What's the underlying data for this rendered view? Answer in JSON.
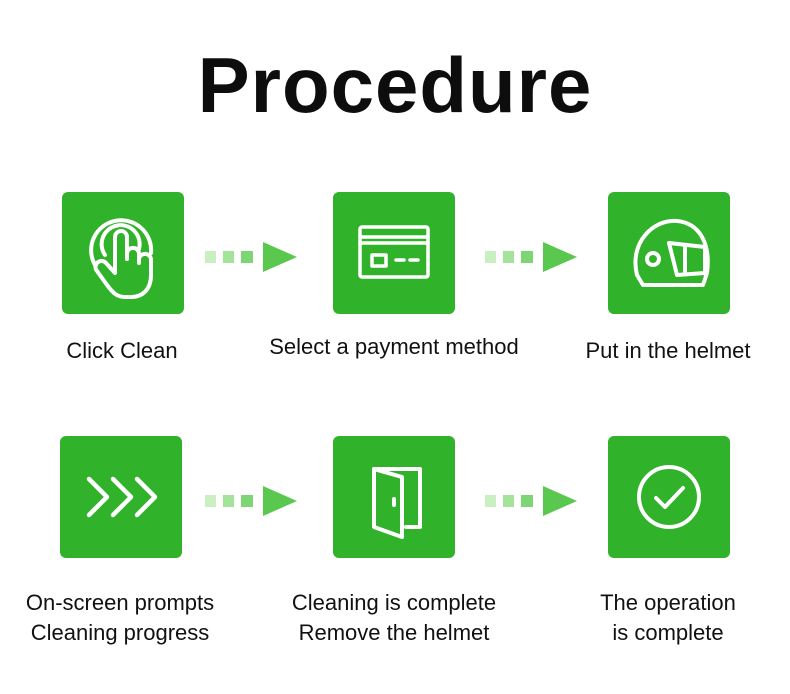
{
  "title": "Procedure",
  "accent_color": "#31b22b",
  "steps": [
    {
      "icon": "tap-icon",
      "label_lines": [
        "Click Clean"
      ]
    },
    {
      "icon": "credit-card-icon",
      "label_lines": [
        "Select a payment method"
      ]
    },
    {
      "icon": "helmet-icon",
      "label_lines": [
        "Put in the helmet"
      ]
    },
    {
      "icon": "chevrons-right-icon",
      "label_lines": [
        "On-screen prompts",
        "Cleaning progress"
      ]
    },
    {
      "icon": "door-icon",
      "label_lines": [
        "Cleaning is complete",
        "Remove the helmet"
      ]
    },
    {
      "icon": "check-circle-icon",
      "label_lines": [
        "The operation",
        "is complete"
      ]
    }
  ]
}
